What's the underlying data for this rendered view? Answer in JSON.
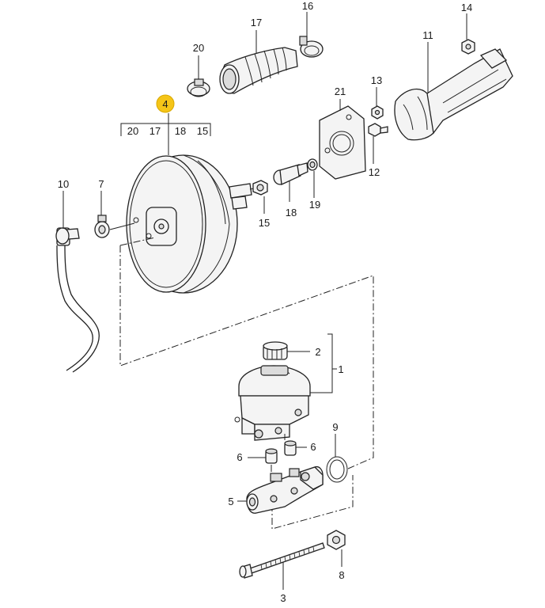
{
  "diagram": {
    "highlight_color": "#f5c518",
    "highlighted_callout": "4",
    "callouts": {
      "c1": "1",
      "c2": "2",
      "c3": "3",
      "c4": "4",
      "c5": "5",
      "c6a": "6",
      "c6b": "6",
      "c7": "7",
      "c8": "8",
      "c9": "9",
      "c10": "10",
      "c11": "11",
      "c12": "12",
      "c13": "13",
      "c14": "14",
      "c15": "15",
      "c16": "16",
      "c17": "17",
      "c18": "18",
      "c19": "19",
      "c20": "20",
      "c21": "21"
    },
    "subassembly_parts": [
      "20",
      "17",
      "18",
      "15"
    ]
  }
}
